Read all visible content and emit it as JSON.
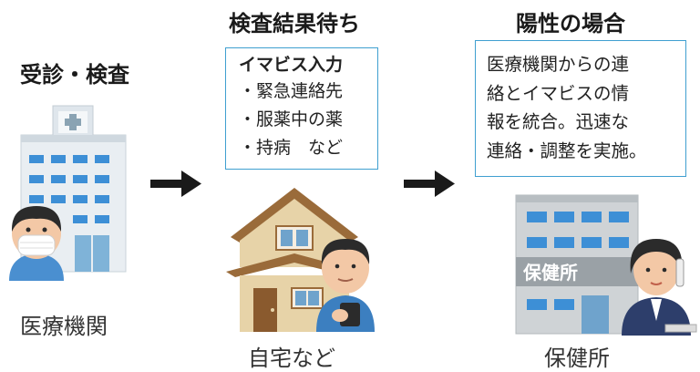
{
  "stages": [
    {
      "title": "受診・検査",
      "caption": "医療機関"
    },
    {
      "title": "検査結果待ち",
      "caption": "自宅など",
      "box": {
        "heading": "イマビス入力",
        "items": [
          "・緊急連絡先",
          "・服薬中の薬",
          "・持病　など"
        ]
      }
    },
    {
      "title": "陽性の場合",
      "caption": "保健所",
      "box": {
        "lines": [
          "医療機関からの連",
          "絡とイマビスの情",
          "報を統合。迅速な",
          "連絡・調整を実施。"
        ]
      }
    }
  ],
  "hc_sign": "保健所",
  "colors": {
    "box_border": "#3f9fd0",
    "arrow": "#1a1a1a"
  },
  "icons": [
    "hospital-icon",
    "masked-patient-icon",
    "house-icon",
    "man-with-phone-icon",
    "health-center-building-icon",
    "operator-woman-icon",
    "arrow-right-icon"
  ]
}
